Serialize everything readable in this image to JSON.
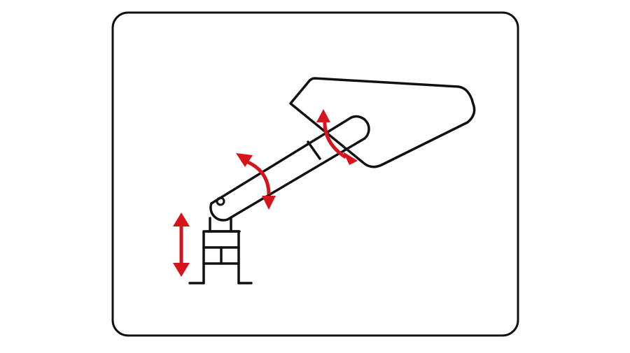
{
  "colors": {
    "background": "#ffffff",
    "outline": "#111111",
    "motion_arrow": "#d6141c"
  },
  "parts": {
    "frame": "rounded-frame",
    "base": "vertical-lift-base",
    "upper_arm": "pivot-arm",
    "end_plate": "angled-plate"
  },
  "icons": [
    "vertical-double-arrow-icon",
    "elbow-rotation-arrow-icon",
    "wrist-rotation-arrow-icon"
  ]
}
